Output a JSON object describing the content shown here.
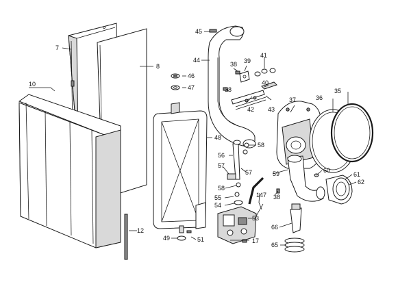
{
  "callouts": [
    {
      "id": "p7",
      "text": "7"
    },
    {
      "id": "p8",
      "text": "8"
    },
    {
      "id": "p10",
      "text": "10"
    },
    {
      "id": "p12",
      "text": "12"
    },
    {
      "id": "p17",
      "text": "17"
    },
    {
      "id": "p35",
      "text": "35"
    },
    {
      "id": "p36",
      "text": "36"
    },
    {
      "id": "p37",
      "text": "37"
    },
    {
      "id": "p38a",
      "text": "38"
    },
    {
      "id": "p38b",
      "text": "38"
    },
    {
      "id": "p38c",
      "text": "38"
    },
    {
      "id": "p39",
      "text": "39"
    },
    {
      "id": "p40",
      "text": "40"
    },
    {
      "id": "p41",
      "text": "41"
    },
    {
      "id": "p42",
      "text": "42"
    },
    {
      "id": "p43",
      "text": "43"
    },
    {
      "id": "p44",
      "text": "44"
    },
    {
      "id": "p45",
      "text": "45"
    },
    {
      "id": "p46",
      "text": "46"
    },
    {
      "id": "p47",
      "text": "47"
    },
    {
      "id": "p48",
      "text": "48"
    },
    {
      "id": "p49",
      "text": "49"
    },
    {
      "id": "p51",
      "text": "51"
    },
    {
      "id": "p53",
      "text": "53"
    },
    {
      "id": "p54",
      "text": "54"
    },
    {
      "id": "p55",
      "text": "55"
    },
    {
      "id": "p56",
      "text": "56"
    },
    {
      "id": "p57a",
      "text": "57"
    },
    {
      "id": "p57b",
      "text": "57"
    },
    {
      "id": "p58a",
      "text": "58"
    },
    {
      "id": "p58b",
      "text": "58"
    },
    {
      "id": "p59",
      "text": "59"
    },
    {
      "id": "p60",
      "text": "60"
    },
    {
      "id": "p61",
      "text": "61"
    },
    {
      "id": "p62",
      "text": "62"
    },
    {
      "id": "p65",
      "text": "65"
    },
    {
      "id": "p66",
      "text": "66"
    },
    {
      "id": "p147",
      "text": "147"
    }
  ]
}
